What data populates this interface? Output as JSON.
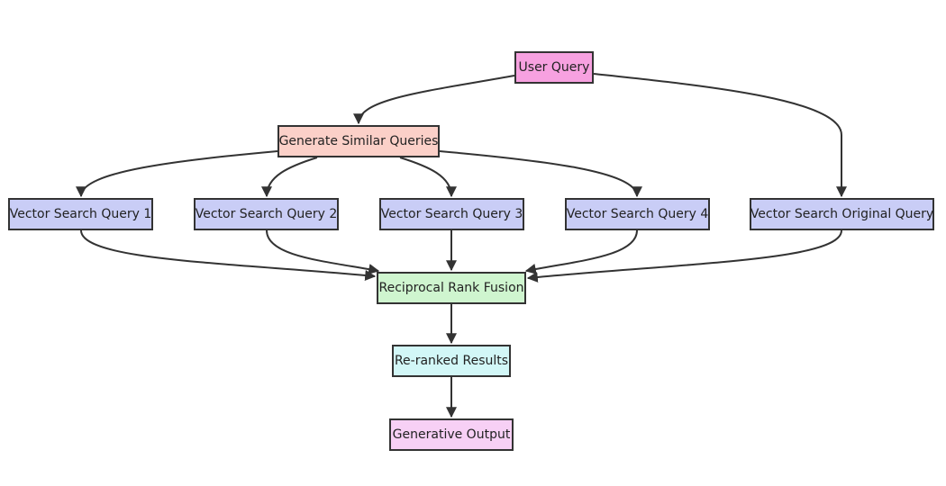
{
  "nodes": {
    "user_query": {
      "label": "User Query",
      "color": "#f7a1e0"
    },
    "generate_similar": {
      "label": "Generate Similar Queries",
      "color": "#fbd0c8"
    },
    "vector_1": {
      "label": "Vector Search Query 1",
      "color": "#c9cdf6"
    },
    "vector_2": {
      "label": "Vector Search Query 2",
      "color": "#c9cdf6"
    },
    "vector_3": {
      "label": "Vector Search Query 3",
      "color": "#c9cdf6"
    },
    "vector_4": {
      "label": "Vector Search Query 4",
      "color": "#c9cdf6"
    },
    "vector_original": {
      "label": "Vector Search Original Query",
      "color": "#c9cdf6"
    },
    "rrf": {
      "label": "Reciprocal Rank Fusion",
      "color": "#cff5cf"
    },
    "reranked": {
      "label": "Re-ranked Results",
      "color": "#d2f7f7"
    },
    "generative_output": {
      "label": "Generative Output",
      "color": "#f7d0f5"
    }
  },
  "edges": [
    {
      "from": "user_query",
      "to": "generate_similar"
    },
    {
      "from": "user_query",
      "to": "vector_original"
    },
    {
      "from": "generate_similar",
      "to": "vector_1"
    },
    {
      "from": "generate_similar",
      "to": "vector_2"
    },
    {
      "from": "generate_similar",
      "to": "vector_3"
    },
    {
      "from": "generate_similar",
      "to": "vector_4"
    },
    {
      "from": "vector_1",
      "to": "rrf"
    },
    {
      "from": "vector_2",
      "to": "rrf"
    },
    {
      "from": "vector_3",
      "to": "rrf"
    },
    {
      "from": "vector_4",
      "to": "rrf"
    },
    {
      "from": "vector_original",
      "to": "rrf"
    },
    {
      "from": "rrf",
      "to": "reranked"
    },
    {
      "from": "reranked",
      "to": "generative_output"
    }
  ],
  "colors": {
    "stroke": "#333333"
  }
}
